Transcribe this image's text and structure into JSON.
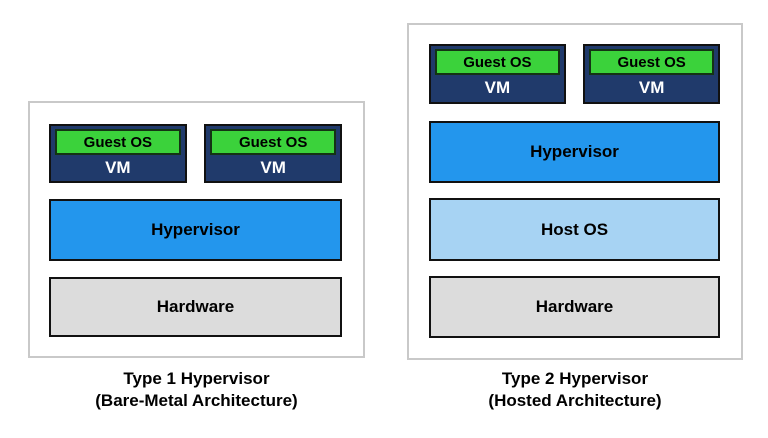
{
  "colors": {
    "background": "#FFFFFF",
    "panel_border": "#C9C9C9",
    "box_border": "#111111",
    "vm_navy": "#203A6B",
    "guest_os_green": "#3BD23B",
    "hypervisor_blue": "#2396ED",
    "host_os_light_blue": "#A7D3F3",
    "hardware_gray": "#DCDCDC",
    "vm_text": "#FFFFFF",
    "label_text": "#000000"
  },
  "diagrams": [
    {
      "caption_line1": "Type 1 Hypervisor",
      "caption_line2": "(Bare-Metal Architecture)",
      "vms": [
        {
          "guest_label": "Guest OS",
          "vm_label": "VM"
        },
        {
          "guest_label": "Guest OS",
          "vm_label": "VM"
        }
      ],
      "layers": [
        {
          "label": "Hypervisor"
        },
        {
          "label": "Hardware"
        }
      ]
    },
    {
      "caption_line1": "Type 2 Hypervisor",
      "caption_line2": "(Hosted Architecture)",
      "vms": [
        {
          "guest_label": "Guest OS",
          "vm_label": "VM"
        },
        {
          "guest_label": "Guest OS",
          "vm_label": "VM"
        }
      ],
      "layers": [
        {
          "label": "Hypervisor"
        },
        {
          "label": "Host OS"
        },
        {
          "label": "Hardware"
        }
      ]
    }
  ]
}
